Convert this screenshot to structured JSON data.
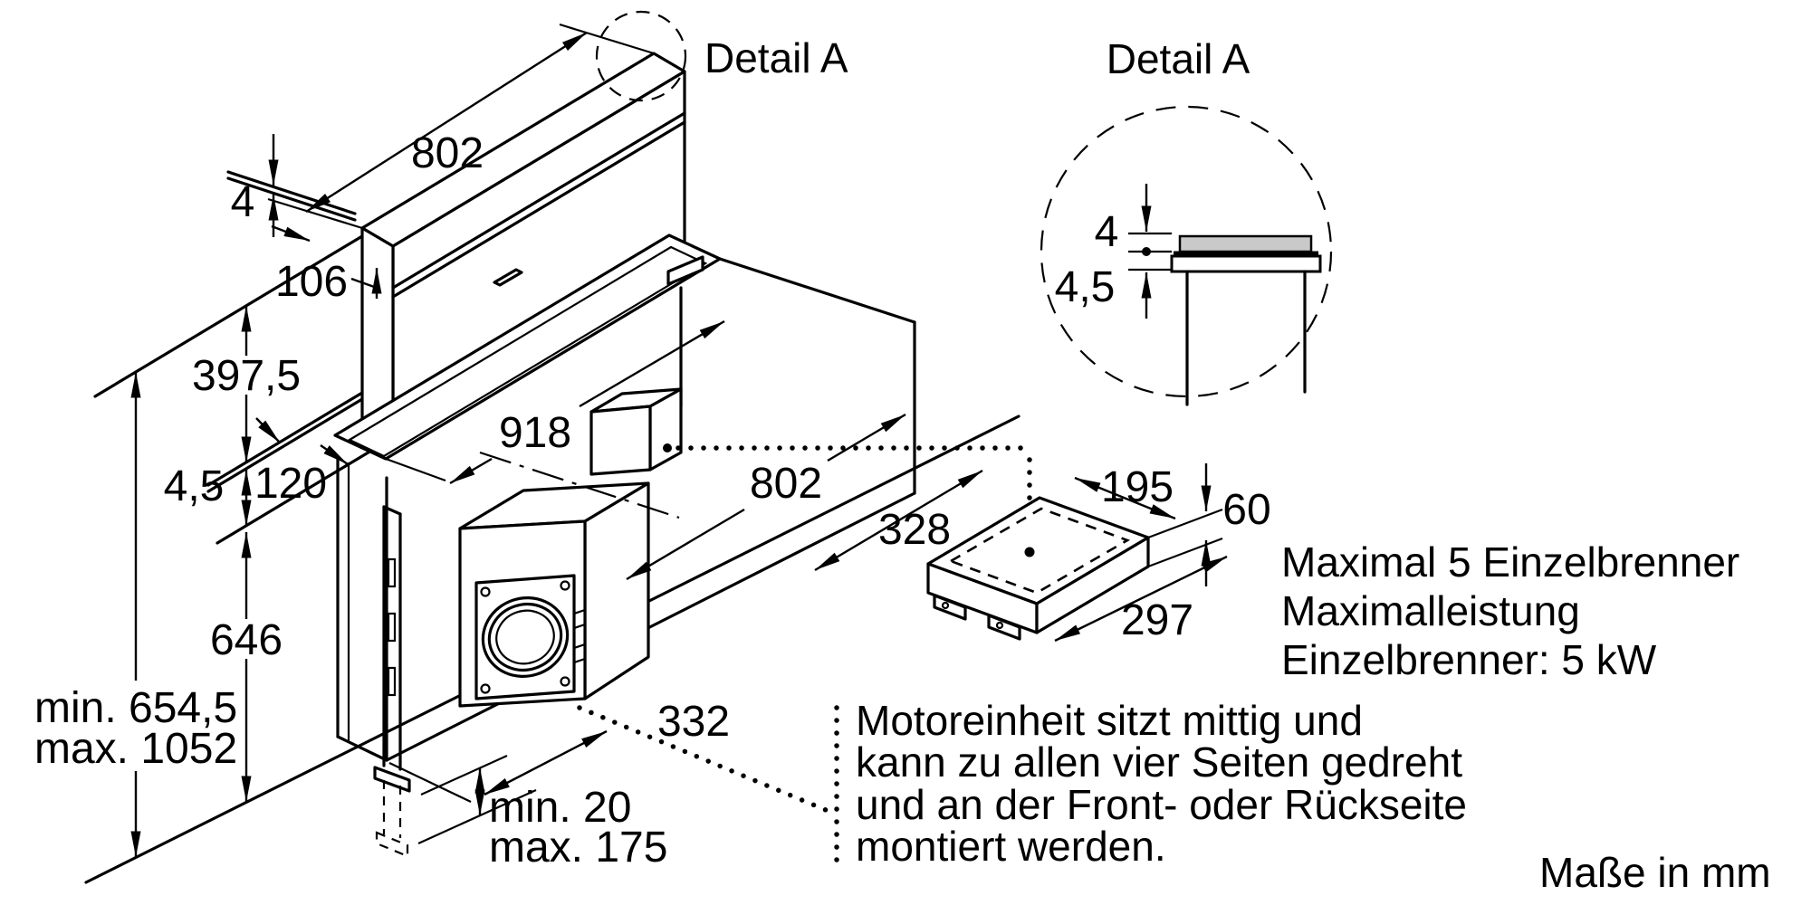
{
  "callouts": {
    "detail_label": "Detail A",
    "detail_title": "Detail A"
  },
  "dims": {
    "top_width": "802",
    "worktop_thickness": "4",
    "top_section_height": "106",
    "panel_travel": "397,5",
    "glass_thickness": "4,5",
    "deck_offset": "120",
    "cutout_width": "918",
    "body_width": "802",
    "body_height": "646",
    "height_min": "min. 654,5",
    "height_max": "max. 1052",
    "motor_depth": "332",
    "rail_min": "min. 20",
    "rail_max": "max. 175",
    "conn_depth": "328",
    "conn_width": "195",
    "conn_height": "60",
    "conn_length": "297"
  },
  "detail": {
    "thickness_top": "4",
    "thickness_bottom": "4,5"
  },
  "notes": {
    "burners": [
      "Maximal 5 Einzelbrenner",
      "Maximalleistung",
      "Einzelbrenner: 5 kW"
    ],
    "motor": [
      "Motoreinheit sitzt mittig und",
      "kann zu allen vier Seiten gedreht",
      "und an der Front- oder Rückseite",
      "montiert werden."
    ],
    "units": "Maße in mm"
  },
  "colors": {
    "line": "#000000",
    "background": "#ffffff",
    "detail_fill": "#c9c9c9"
  }
}
